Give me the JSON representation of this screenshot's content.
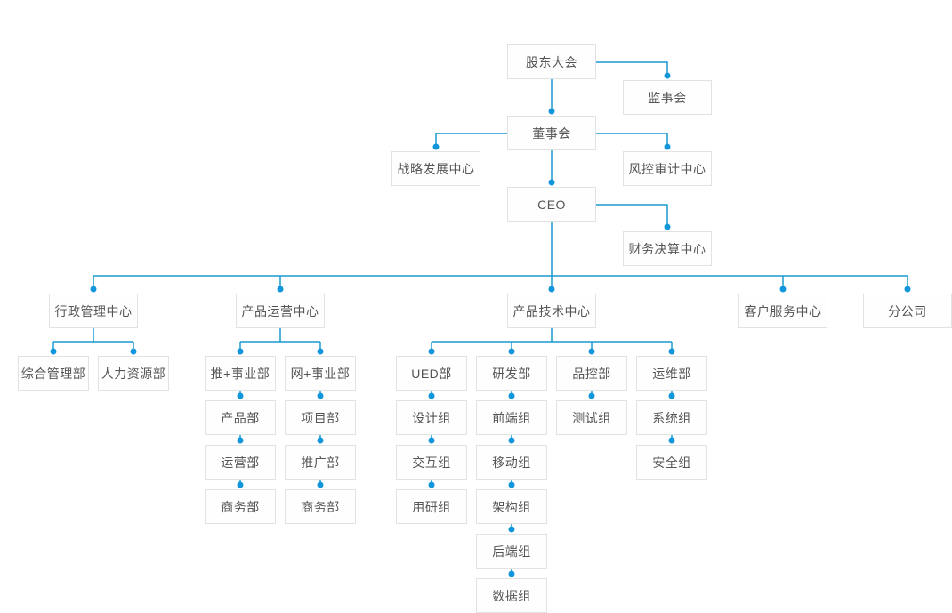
{
  "colors": {
    "connector_line": "#1a9ad2",
    "connector_dot": "#1296db",
    "node_border": "#e2e2e2",
    "node_text": "#555555",
    "background": "#ffffff"
  },
  "org": {
    "shareholders_meeting": "股东大会",
    "supervisory_board": "监事会",
    "board_of_directors": "董事会",
    "strategy_center": "战略发展中心",
    "risk_audit_center": "风控审计中心",
    "ceo": "CEO",
    "finance_center": "财务决算中心",
    "admin_center": {
      "label": "行政管理中心",
      "departments": [
        "综合管理部",
        "人力资源部"
      ]
    },
    "operations_center": {
      "label": "产品运营中心",
      "divisions": [
        {
          "label": "推+事业部",
          "chain": [
            "产品部",
            "运营部",
            "商务部"
          ]
        },
        {
          "label": "网+事业部",
          "chain": [
            "项目部",
            "推广部",
            "商务部"
          ]
        }
      ]
    },
    "technology_center": {
      "label": "产品技术中心",
      "departments": [
        {
          "label": "UED部",
          "chain": [
            "设计组",
            "交互组",
            "用研组"
          ]
        },
        {
          "label": "研发部",
          "chain": [
            "前端组",
            "移动组",
            "架构组",
            "后端组",
            "数据组"
          ]
        },
        {
          "label": "品控部",
          "chain": [
            "测试组"
          ]
        },
        {
          "label": "运维部",
          "chain": [
            "系统组",
            "安全组"
          ]
        }
      ]
    },
    "customer_service_center": "客户服务中心",
    "branch_company": "分公司"
  }
}
